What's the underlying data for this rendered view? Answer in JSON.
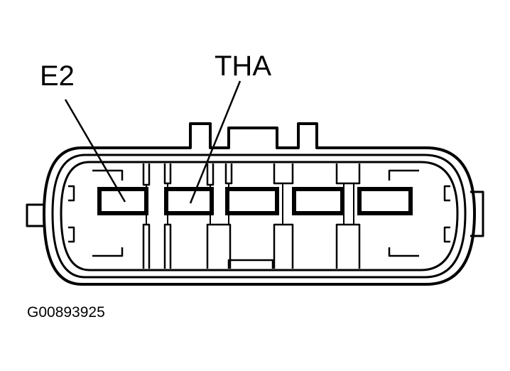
{
  "labels": {
    "e2": "E2",
    "tha": "THA"
  },
  "figure_id": "G00893925",
  "colors": {
    "ink": "#000000",
    "background": "#ffffff"
  }
}
